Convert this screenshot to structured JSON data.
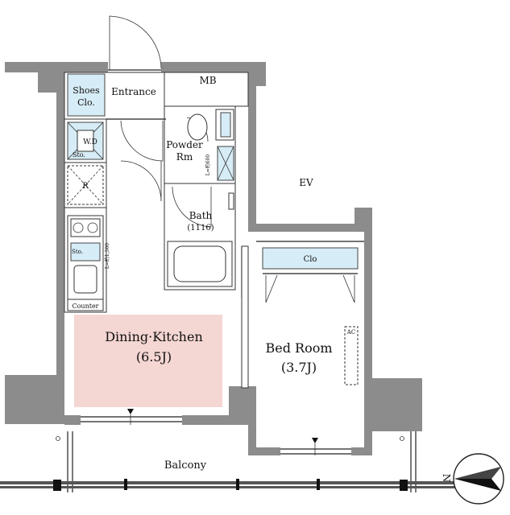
{
  "rooms": {
    "shoes_closet": [
      "Shoes",
      "Clo."
    ],
    "entrance": "Entrance",
    "mb": "MB",
    "powder_room": [
      "Powder",
      "Rm"
    ],
    "ev": "EV",
    "wd": "W.D",
    "sto_top": "Sto.",
    "refrigerator": "R",
    "bath": "Bath",
    "bath_size": "(1116)",
    "sto_kitchen": "Sto.",
    "counter": "Counter",
    "kitchen_dim": "L=約1,500",
    "powder_dim": "L=約600",
    "closet": "Clo",
    "dining_kitchen": "Dining·Kitchen",
    "dining_kitchen_size": "(6.5J)",
    "bed_room": "Bed Room",
    "bed_room_size": "(3.7J)",
    "ac": "AC",
    "balcony": "Balcony"
  },
  "compass": {
    "label": "N"
  },
  "colors": {
    "dining_highlight": "#f4d6d2",
    "storage_fill": "#d6ecf6",
    "wall": "#8c8c8c"
  }
}
